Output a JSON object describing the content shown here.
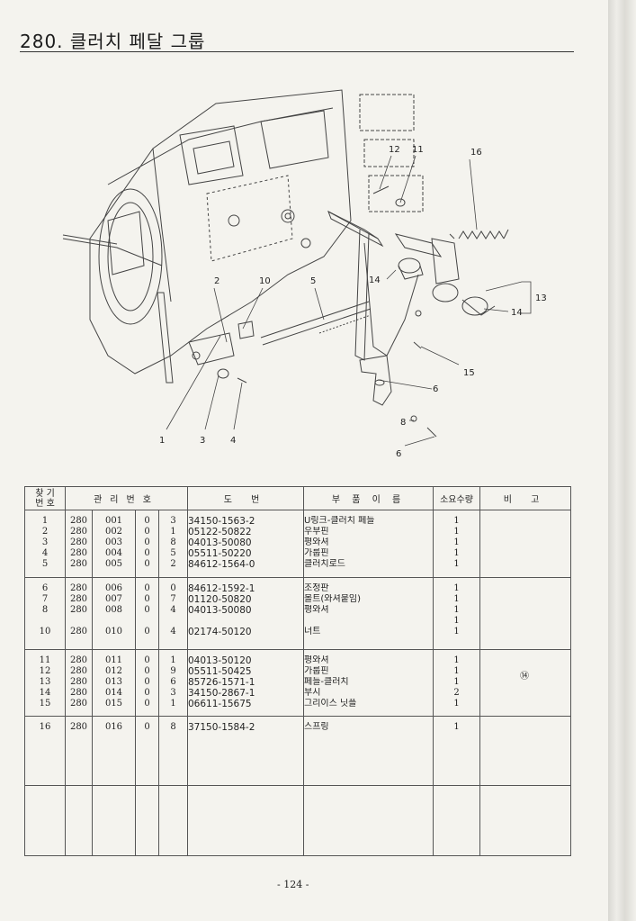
{
  "header": {
    "title": "280. 클러치 페달 그룹"
  },
  "diagram": {
    "labels": [
      "1",
      "2",
      "3",
      "4",
      "5",
      "6",
      "6",
      "8",
      "10",
      "11",
      "12",
      "13",
      "14",
      "14",
      "15",
      "16"
    ]
  },
  "table": {
    "headers": {
      "find_no_top": "찾 기",
      "find_no_bottom": "번 호",
      "control_no": "관리번호",
      "drawing_no": "도 번",
      "part_name": "부 품 이 름",
      "qty": "소요수량",
      "remarks": "비 고"
    },
    "groups": [
      {
        "rows": [
          {
            "no": "1",
            "a": "280",
            "b": "001",
            "c": "0",
            "d": "3",
            "drawing": "34150-1563-2",
            "name": "U링크-클러치 페들",
            "qty": "1"
          },
          {
            "no": "2",
            "a": "280",
            "b": "002",
            "c": "0",
            "d": "1",
            "drawing": "05122-50822",
            "name": "우부핀",
            "qty": "1"
          },
          {
            "no": "3",
            "a": "280",
            "b": "003",
            "c": "0",
            "d": "8",
            "drawing": "04013-50080",
            "name": "평와셔",
            "qty": "1"
          },
          {
            "no": "4",
            "a": "280",
            "b": "004",
            "c": "0",
            "d": "5",
            "drawing": "05511-50220",
            "name": "가룹핀",
            "qty": "1"
          },
          {
            "no": "5",
            "a": "280",
            "b": "005",
            "c": "0",
            "d": "2",
            "drawing": "84612-1564-0",
            "name": "클러치로드",
            "qty": "1"
          }
        ]
      },
      {
        "rows": [
          {
            "no": "6",
            "a": "280",
            "b": "006",
            "c": "0",
            "d": "0",
            "drawing": "84612-1592-1",
            "name": "조정판",
            "qty": "1"
          },
          {
            "no": "7",
            "a": "280",
            "b": "007",
            "c": "0",
            "d": "7",
            "drawing": "01120-50820",
            "name": "볼트(와셔붙임)",
            "qty": "1"
          },
          {
            "no": "8",
            "a": "280",
            "b": "008",
            "c": "0",
            "d": "4",
            "drawing": "04013-50080",
            "name": "평와셔",
            "qty": "1"
          },
          {
            "no": "",
            "a": "",
            "b": "",
            "c": "",
            "d": "",
            "drawing": "",
            "name": "",
            "qty": "1"
          },
          {
            "no": "10",
            "a": "280",
            "b": "010",
            "c": "0",
            "d": "4",
            "drawing": "02174-50120",
            "name": "너트",
            "qty": "1"
          }
        ]
      },
      {
        "remark": "⑭",
        "rows": [
          {
            "no": "11",
            "a": "280",
            "b": "011",
            "c": "0",
            "d": "1",
            "drawing": "04013-50120",
            "name": "평와셔",
            "qty": "1"
          },
          {
            "no": "12",
            "a": "280",
            "b": "012",
            "c": "0",
            "d": "9",
            "drawing": "05511-50425",
            "name": "가룹핀",
            "qty": "1"
          },
          {
            "no": "13",
            "a": "280",
            "b": "013",
            "c": "0",
            "d": "6",
            "drawing": "85726-1571-1",
            "name": "페들-클러치",
            "qty": "1"
          },
          {
            "no": "14",
            "a": "280",
            "b": "014",
            "c": "0",
            "d": "3",
            "drawing": "34150-2867-1",
            "name": "부시",
            "qty": "2"
          },
          {
            "no": "15",
            "a": "280",
            "b": "015",
            "c": "0",
            "d": "1",
            "drawing": "06611-15675",
            "name": "그리이스 닛플",
            "qty": "1"
          }
        ]
      },
      {
        "rows": [
          {
            "no": "16",
            "a": "280",
            "b": "016",
            "c": "0",
            "d": "8",
            "drawing": "37150-1584-2",
            "name": "스프링",
            "qty": "1"
          }
        ]
      }
    ]
  },
  "footer": {
    "page": "- 124 -"
  }
}
